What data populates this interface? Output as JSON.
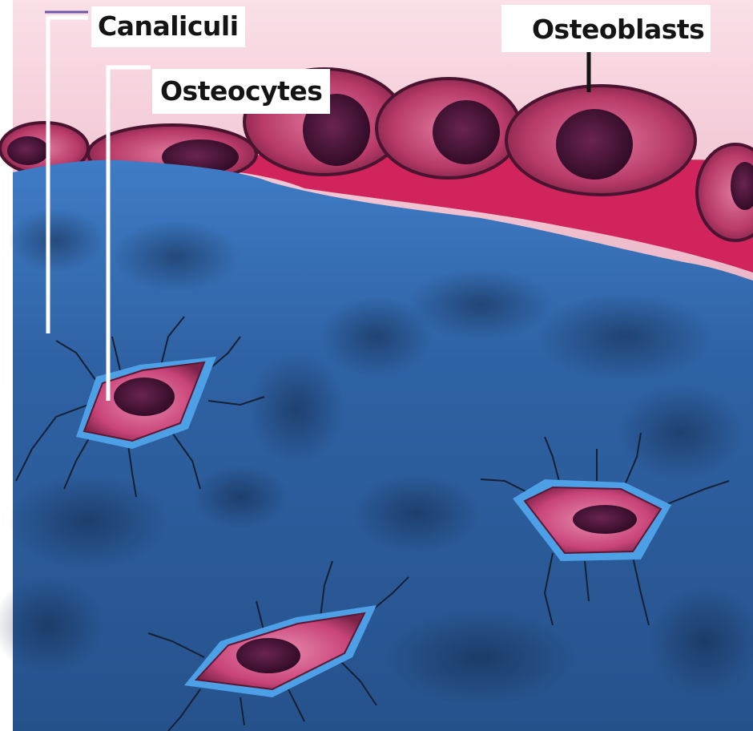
{
  "labels": {
    "canaliculi": "Canaliculi",
    "osteocytes": "Osteocytes",
    "osteoblasts": "Osteoblasts"
  },
  "colors": {
    "periosteum_pink": "#f2c7d3",
    "osteoblast_red": "#b83a68",
    "osteoblast_nucleus": "#4a1238",
    "osteoid_red": "#d2245c",
    "bone_matrix_blue": "#2e5f9e",
    "lacuna_light_blue": "#4d9fe6",
    "osteocyte_pink": "#c84478",
    "canaliculi_dark": "#152033",
    "leader_white": "#ffffff"
  }
}
